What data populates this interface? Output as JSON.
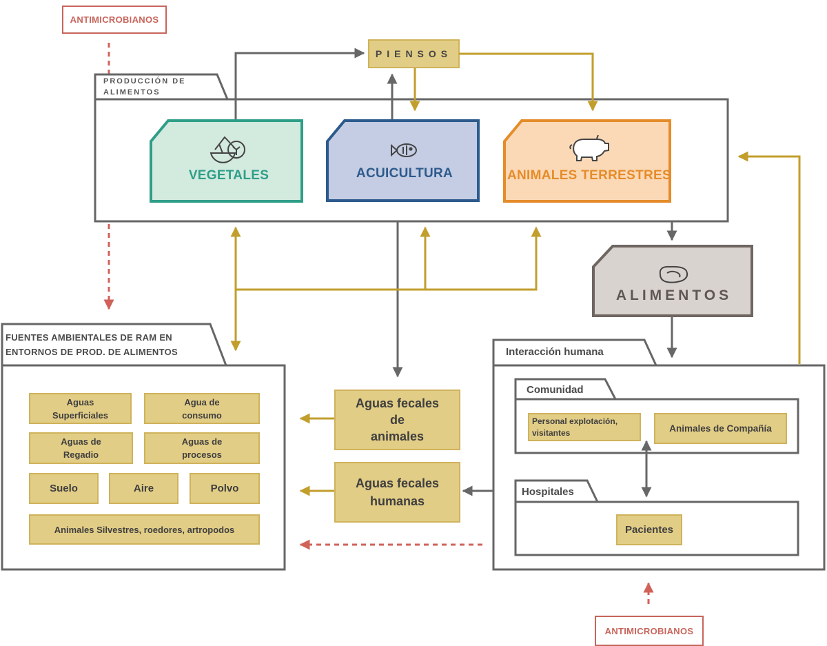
{
  "tags": {
    "top": "ANTIMICROBIANOS",
    "bottom": "ANTIMICROBIANOS"
  },
  "piensos": "PIENSOS",
  "produccion": {
    "title_line1": "PRODUCCIÓN DE",
    "title_line2": "ALIMENTOS",
    "vegetales": "VEGETALES",
    "acuicultura": "ACUICULTURA",
    "animales_terrestres": "ANIMALES TERRESTRES"
  },
  "alimentos": "ALIMENTOS",
  "fuentes": {
    "title_line1": "FUENTES AMBIENTALES DE RAM EN",
    "title_line2": "ENTORNOS DE PROD. DE ALIMENTOS",
    "items": [
      "Aguas\nSuperficiales",
      "Agua de\nconsumo",
      "Aguas de\nRegadio",
      "Aguas de\nprocesos",
      "Suelo",
      "Aire",
      "Polvo",
      "Animales Silvestres, roedores, artropodos"
    ]
  },
  "aguas_fecales_animales": "Aguas fecales\nde\nanimales",
  "aguas_fecales_humanas": "Aguas fecales\nhumanas",
  "interaccion": {
    "title": "Interacción humana",
    "comunidad": {
      "title": "Comunidad",
      "personal": "Personal explotación,\nvisitantes",
      "animales_compania": "Animales de Compañía"
    },
    "hospitales": {
      "title": "Hospitales",
      "pacientes": "Pacientes"
    }
  },
  "colors": {
    "gray_line": "#676767",
    "gold_line": "#c29e2c",
    "red_dashed": "#d0625a",
    "vegetales": "#2f9e88",
    "acuicultura": "#2d5a8c",
    "animales_terrestres": "#e58c2a",
    "alimentos": "#6f6661"
  },
  "icons": [
    "vegetables-icon",
    "fish-icon",
    "pig-icon",
    "meat-icon"
  ]
}
